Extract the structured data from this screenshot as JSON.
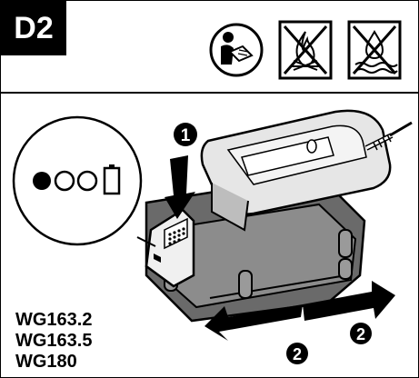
{
  "section": {
    "label": "D2"
  },
  "icons": {
    "header": [
      "read-manual-icon",
      "no-fire-icon",
      "no-water-icon"
    ],
    "callout": [
      "battery-icon"
    ]
  },
  "steps": {
    "insert": "1",
    "remove_left": "2",
    "remove_right": "2"
  },
  "models": [
    "WG163.2",
    "WG163.5",
    "WG180"
  ],
  "indicator": {
    "filled": 1,
    "total": 3
  }
}
